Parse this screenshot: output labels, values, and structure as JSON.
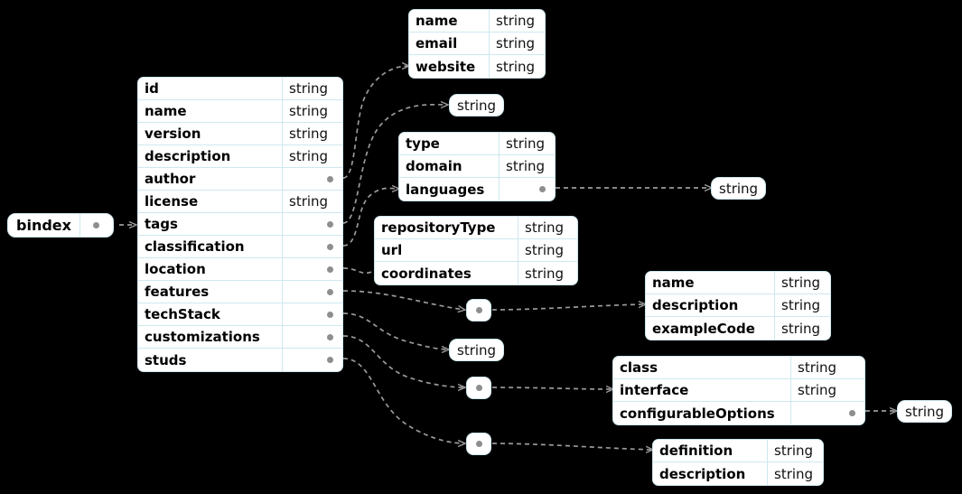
{
  "diagram": {
    "type": "json-schema-erd",
    "background_color": "#000000",
    "node_fill": "#ffffff",
    "node_border_color": "#cfe8ef",
    "edge_color": "#9a9a9a",
    "dot_color": "#8e8e8e",
    "value_type_label": "string"
  },
  "root": {
    "label": "bindex"
  },
  "main_table": {
    "name": "bindex-root-object",
    "fields": [
      {
        "key": "id",
        "value": "string",
        "is_ref": false
      },
      {
        "key": "name",
        "value": "string",
        "is_ref": false
      },
      {
        "key": "version",
        "value": "string",
        "is_ref": false
      },
      {
        "key": "description",
        "value": "string",
        "is_ref": false
      },
      {
        "key": "author",
        "value": "",
        "is_ref": true
      },
      {
        "key": "license",
        "value": "string",
        "is_ref": false
      },
      {
        "key": "tags",
        "value": "",
        "is_ref": true
      },
      {
        "key": "classification",
        "value": "",
        "is_ref": true
      },
      {
        "key": "location",
        "value": "",
        "is_ref": true
      },
      {
        "key": "features",
        "value": "",
        "is_ref": true
      },
      {
        "key": "techStack",
        "value": "",
        "is_ref": true
      },
      {
        "key": "customizations",
        "value": "",
        "is_ref": true
      },
      {
        "key": "studs",
        "value": "",
        "is_ref": true
      }
    ]
  },
  "author_table": {
    "name": "author-object",
    "fields": [
      {
        "key": "name",
        "value": "string",
        "is_ref": false
      },
      {
        "key": "email",
        "value": "string",
        "is_ref": false
      },
      {
        "key": "website",
        "value": "string",
        "is_ref": false
      }
    ]
  },
  "classification_table": {
    "name": "classification-object",
    "fields": [
      {
        "key": "type",
        "value": "string",
        "is_ref": false
      },
      {
        "key": "domain",
        "value": "string",
        "is_ref": false
      },
      {
        "key": "languages",
        "value": "",
        "is_ref": true
      }
    ]
  },
  "location_table": {
    "name": "location-object",
    "fields": [
      {
        "key": "repositoryType",
        "value": "string",
        "is_ref": false
      },
      {
        "key": "url",
        "value": "string",
        "is_ref": false
      },
      {
        "key": "coordinates",
        "value": "string",
        "is_ref": false
      }
    ]
  },
  "features_table": {
    "name": "features-item-object",
    "fields": [
      {
        "key": "name",
        "value": "string",
        "is_ref": false
      },
      {
        "key": "description",
        "value": "string",
        "is_ref": false
      },
      {
        "key": "exampleCode",
        "value": "string",
        "is_ref": false
      }
    ]
  },
  "customizations_table": {
    "name": "customizations-item-object",
    "fields": [
      {
        "key": "class",
        "value": "string",
        "is_ref": false
      },
      {
        "key": "interface",
        "value": "string",
        "is_ref": false
      },
      {
        "key": "configurableOptions",
        "value": "",
        "is_ref": true
      }
    ]
  },
  "studs_table": {
    "name": "studs-item-object",
    "fields": [
      {
        "key": "definition",
        "value": "string",
        "is_ref": false
      },
      {
        "key": "description",
        "value": "string",
        "is_ref": false
      }
    ]
  },
  "string_pills": [
    {
      "name": "tags-string-pill",
      "label": "string"
    },
    {
      "name": "languages-string-pill",
      "label": "string"
    },
    {
      "name": "techstack-string-pill",
      "label": "string"
    },
    {
      "name": "configurable-options-string-pill",
      "label": "string"
    }
  ],
  "array_nodes": [
    {
      "name": "features-array-node"
    },
    {
      "name": "customizations-array-node"
    },
    {
      "name": "studs-array-node"
    }
  ]
}
